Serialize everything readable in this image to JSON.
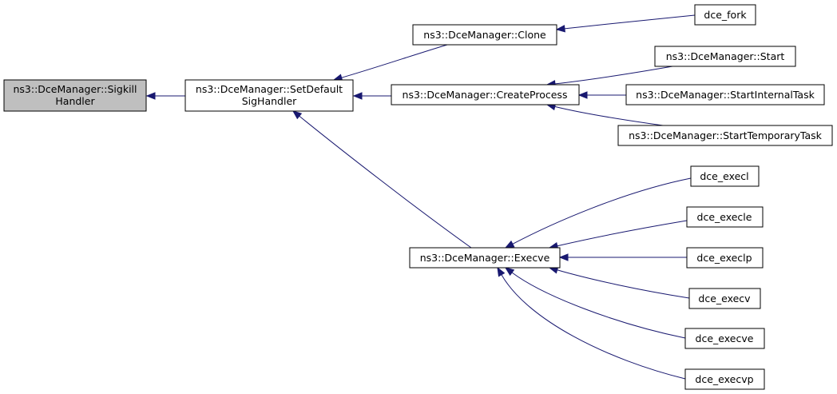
{
  "colors": {
    "edge": "#191970",
    "node_border": "#000000",
    "node_fill": "#ffffff",
    "focus_fill": "#bfbfbf"
  },
  "nodes": {
    "sigkill": {
      "lines": [
        "ns3::DceManager::Sigkill",
        "Handler"
      ]
    },
    "setdefault": {
      "lines": [
        "ns3::DceManager::SetDefault",
        "SigHandler"
      ]
    },
    "clone": {
      "lines": [
        "ns3::DceManager::Clone"
      ]
    },
    "createprocess": {
      "lines": [
        "ns3::DceManager::CreateProcess"
      ]
    },
    "execve": {
      "lines": [
        "ns3::DceManager::Execve"
      ]
    },
    "dce_fork": {
      "lines": [
        "dce_fork"
      ]
    },
    "start": {
      "lines": [
        "ns3::DceManager::Start"
      ]
    },
    "startinternal": {
      "lines": [
        "ns3::DceManager::StartInternalTask"
      ]
    },
    "starttemporary": {
      "lines": [
        "ns3::DceManager::StartTemporaryTask"
      ]
    },
    "dce_execl": {
      "lines": [
        "dce_execl"
      ]
    },
    "dce_execle": {
      "lines": [
        "dce_execle"
      ]
    },
    "dce_execlp": {
      "lines": [
        "dce_execlp"
      ]
    },
    "dce_execv": {
      "lines": [
        "dce_execv"
      ]
    },
    "dce_execve": {
      "lines": [
        "dce_execve"
      ]
    },
    "dce_execvp": {
      "lines": [
        "dce_execvp"
      ]
    }
  },
  "edges": [
    {
      "from": "setdefault",
      "to": "sigkill"
    },
    {
      "from": "clone",
      "to": "setdefault"
    },
    {
      "from": "createprocess",
      "to": "setdefault"
    },
    {
      "from": "execve",
      "to": "setdefault"
    },
    {
      "from": "dce_fork",
      "to": "clone"
    },
    {
      "from": "start",
      "to": "createprocess"
    },
    {
      "from": "startinternal",
      "to": "createprocess"
    },
    {
      "from": "starttemporary",
      "to": "createprocess"
    },
    {
      "from": "dce_execl",
      "to": "execve"
    },
    {
      "from": "dce_execle",
      "to": "execve"
    },
    {
      "from": "dce_execlp",
      "to": "execve"
    },
    {
      "from": "dce_execv",
      "to": "execve"
    },
    {
      "from": "dce_execve",
      "to": "execve"
    },
    {
      "from": "dce_execvp",
      "to": "execve"
    }
  ]
}
